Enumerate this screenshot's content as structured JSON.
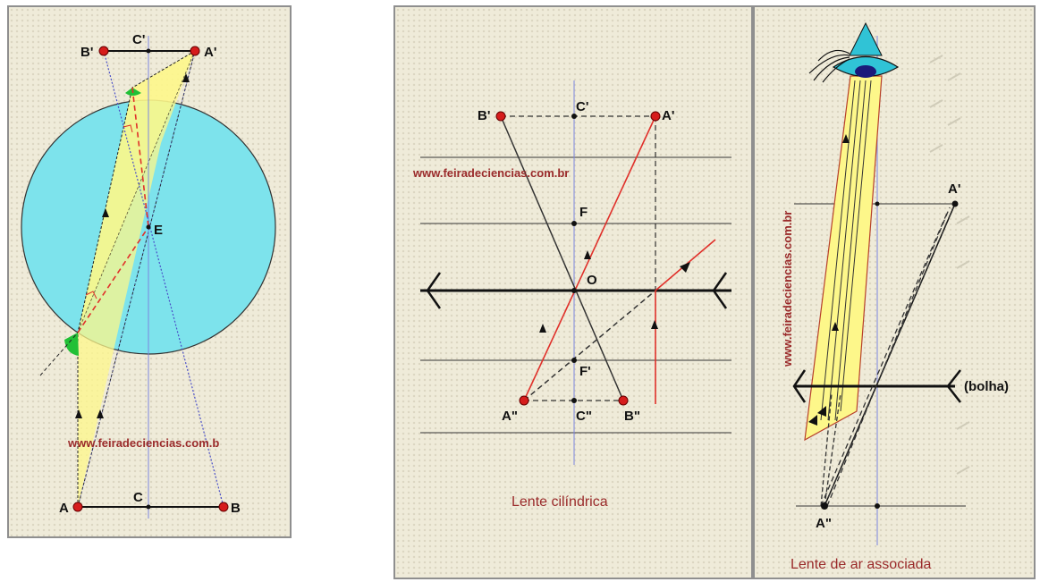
{
  "left": {
    "points": {
      "B_prime": "B'",
      "C_prime": "C'",
      "A_prime": "A'",
      "E": "E",
      "A": "A",
      "C": "C",
      "B": "B"
    },
    "watermark": "www.feiradeciencias.com.b"
  },
  "middle": {
    "points": {
      "B_prime": "B'",
      "C_prime": "C'",
      "A_prime": "A'",
      "F": "F",
      "O": "O",
      "F_prime": "F'",
      "A_dprime": "A\"",
      "C_dprime": "C\"",
      "B_dprime": "B\""
    },
    "watermark": "www.feiradeciencias.com.br",
    "caption": "Lente cilíndrica"
  },
  "right": {
    "points": {
      "A_prime": "A'",
      "A_dprime": "A\""
    },
    "bubble_label": "(bolha)",
    "watermark": "www.feiradeciencias.com.br",
    "caption": "Lente de ar associada"
  },
  "colors": {
    "panel_bg": "#efebd9",
    "circle": "#7de3ec",
    "beam": "#fdf78a",
    "ray_red": "#e0302a",
    "axis_blue": "#7b86e0",
    "point_red": "#d61c1c",
    "text_red": "#9a2a2a"
  }
}
